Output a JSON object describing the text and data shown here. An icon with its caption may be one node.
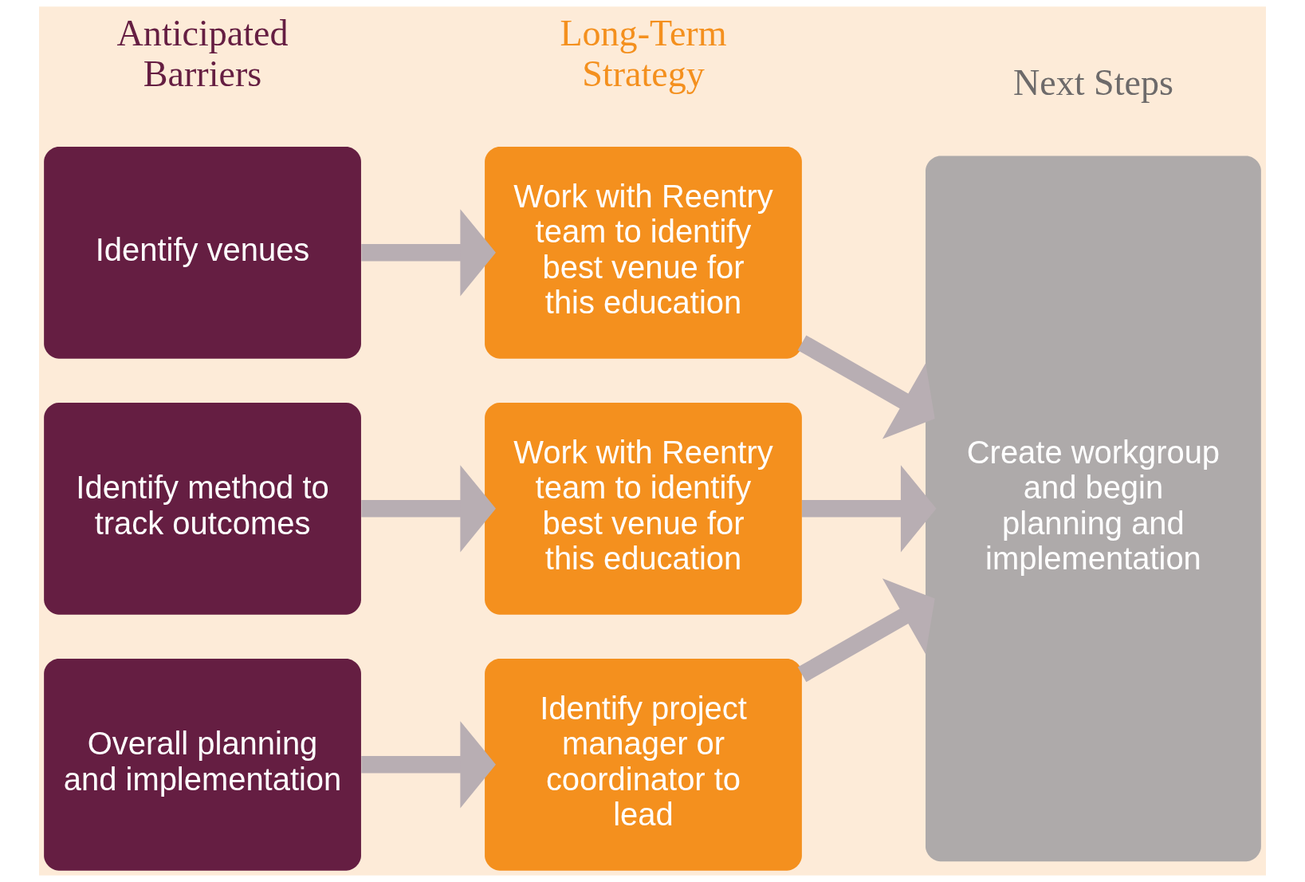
{
  "diagram": {
    "nodes": [
      {
        "text": [
          "Identify venues"
        ]
      },
      {
        "text": [
          "Identify method to track outcomes"
        ]
      },
      {
        "text": [
          "Overall planning and implementation"
        ]
      },
      {
        "text": [
          "Work with Reentry team to identify best venue for this education"
        ]
      },
      {
        "text": [
          "Work with Reentry team to identify best venue for this education"
        ]
      },
      {
        "text": [
          "Identify project manager or coordinator to lead"
        ]
      },
      {
        "text": [
          "Create workgroup and begin planning and implementation"
        ]
      }
    ],
    "edges": [
      {
        "from": 0,
        "to": 3,
        "arrow": "to"
      },
      {
        "from": 1,
        "to": 4,
        "arrow": "to"
      },
      {
        "from": 2,
        "to": 5,
        "arrow": "to"
      },
      {
        "from": 3,
        "to": 6,
        "arrow": "to"
      },
      {
        "from": 4,
        "to": 6,
        "arrow": "to"
      },
      {
        "from": 5,
        "to": 6,
        "arrow": "to"
      }
    ],
    "labels": [
      "Anticipated Barriers",
      "Long-Term Strategy",
      "Next Steps"
    ]
  }
}
